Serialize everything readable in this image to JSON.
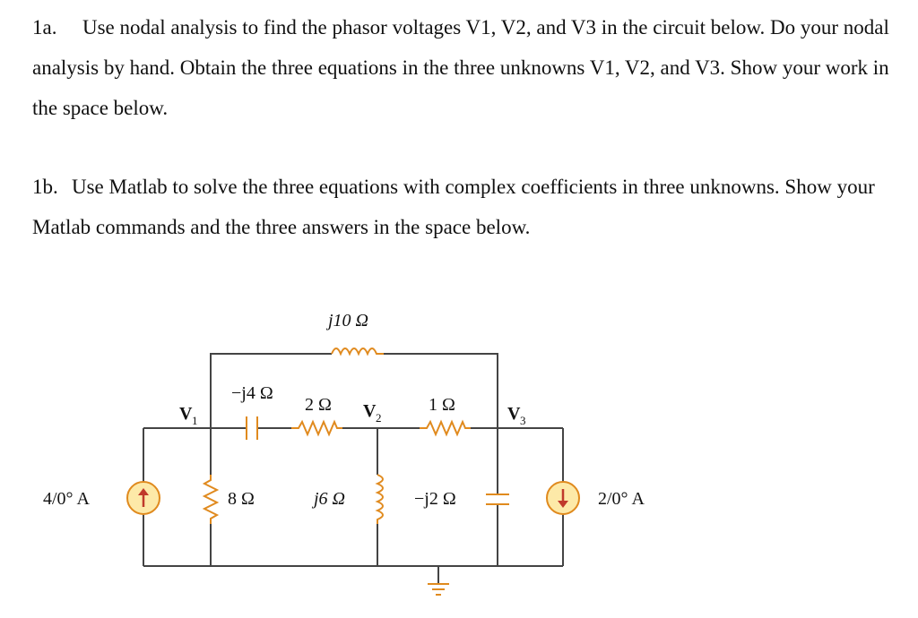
{
  "problem_1a": {
    "number": "1a.",
    "text": "Use nodal analysis to find the phasor voltages V1, V2, and V3 in the circuit below. Do your nodal analysis by hand. Obtain the three equations in the three unknowns V1, V2, and V3. Show your work in the space below."
  },
  "problem_1b": {
    "number": "1b.",
    "text": "Use Matlab to solve the three equations with complex coefficients in three unknowns. Show your Matlab commands and the three answers in the space below."
  },
  "circuit": {
    "inductor_top": "j10 Ω",
    "capacitor_top": "−j4 Ω",
    "resistor_2": "2 Ω",
    "resistor_1": "1 Ω",
    "node_v1": "V",
    "node_v1_sub": "1",
    "node_v2": "V",
    "node_v2_sub": "2",
    "node_v3": "V",
    "node_v3_sub": "3",
    "source_left": "4/0° A",
    "resistor_8": "8 Ω",
    "inductor_6": "j6 Ω",
    "capacitor_2": "−j2 Ω",
    "source_right": "2/0° A",
    "colors": {
      "wire": "#444444",
      "component": "#e08a1e",
      "source_fill": "#fde9a8"
    }
  }
}
